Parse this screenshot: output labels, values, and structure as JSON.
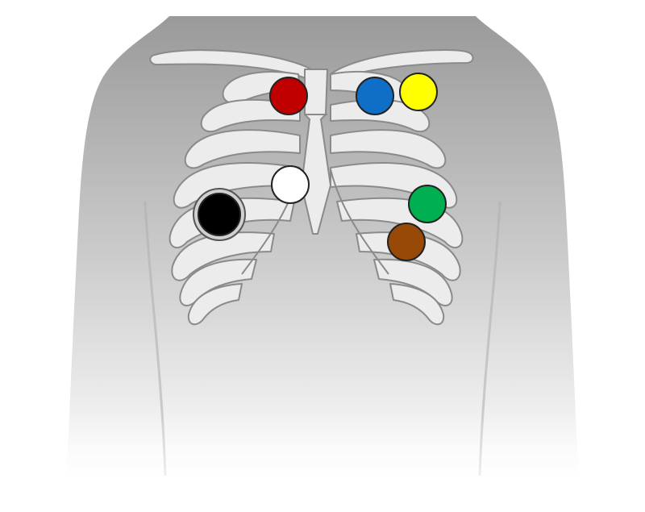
{
  "diagram": {
    "body": {
      "skin_top": "#9a9a9a",
      "skin_bottom": "#ffffff",
      "bone_fill": "#ececec",
      "bone_stroke": "#8a8a8a"
    },
    "electrodes": [
      {
        "id": "red",
        "color": "#c00000"
      },
      {
        "id": "blue",
        "color": "#0f6fc6"
      },
      {
        "id": "yellow",
        "color": "#ffff00"
      },
      {
        "id": "white",
        "color": "#ffffff"
      },
      {
        "id": "green",
        "color": "#00b050"
      },
      {
        "id": "brown",
        "color": "#984807"
      },
      {
        "id": "black",
        "color": "#000000",
        "ring": true
      }
    ]
  }
}
